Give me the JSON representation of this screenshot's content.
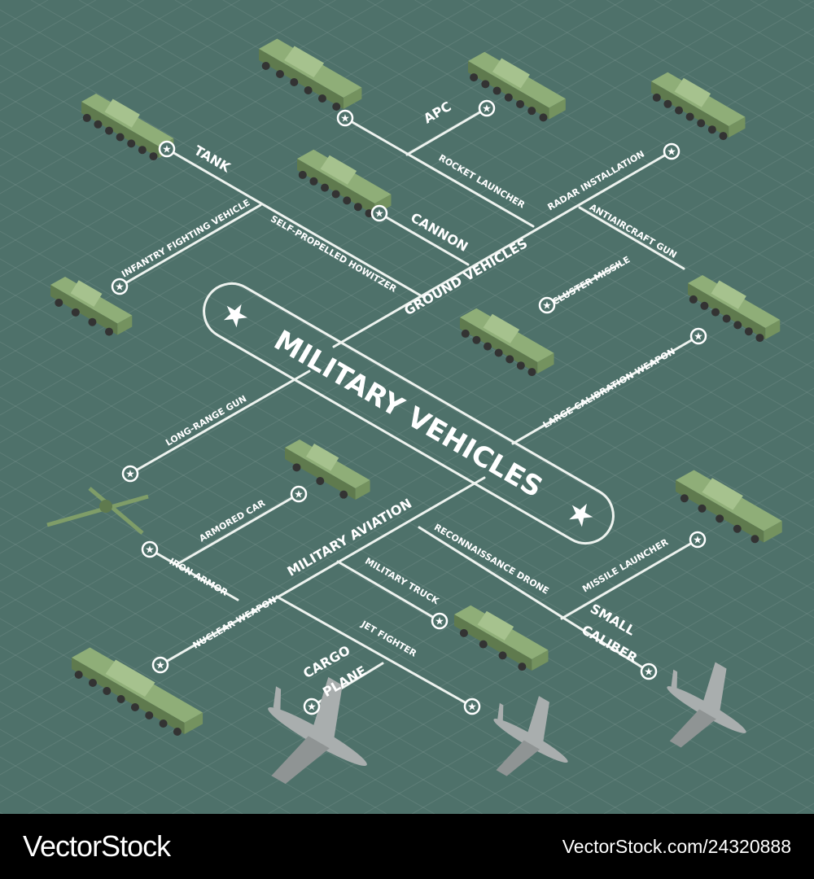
{
  "title": "MILITARY VEHICLES",
  "categories": {
    "ground": "GROUND VEHICLES",
    "aviation": "MILITARY AVIATION"
  },
  "labels": {
    "tank": "TANK",
    "apc": "APC",
    "rocket_launcher": "ROCKET LAUNCHER",
    "radar_installation": "RADAR INSTALLATION",
    "antiaircraft_gun": "ANTIAIRCRAFT GUN",
    "cannon": "CANNON",
    "self_propelled_howitzer": "SELF-PROPELLED HOWITZER",
    "infantry_fighting_vehicle": "INFANTRY FIGHTING VEHICLE",
    "cluster_missile": "CLUSTER MISSILE",
    "large_calibration_weapon": "LARGE CALIBRATION WEAPON",
    "long_range_gun": "LONG-RANGE GUN",
    "armored_car": "ARMORED CAR",
    "iron_armor": "IRON ARMOR",
    "nuclear_weapon": "NUCLEAR WEAPON",
    "reconnaissance_drone": "RECONNAISSANCE DRONE",
    "missile_launcher": "MISSILE LAUNCHER",
    "military_truck": "MILITARY TRUCK",
    "jet_fighter": "JET FIGHTER",
    "cargo_plane_1": "CARGO",
    "cargo_plane_2": "PLANE",
    "small_caliber_1": "SMALL",
    "small_caliber_2": "CALIBER"
  },
  "colors": {
    "background": "#4e716a",
    "lines": "#eef3ef",
    "vehicle_green": "#8fae78",
    "aircraft_gray": "#a9aeae"
  },
  "footer": {
    "brand": "VectorStock",
    "url": "VectorStock.com/24320888"
  }
}
